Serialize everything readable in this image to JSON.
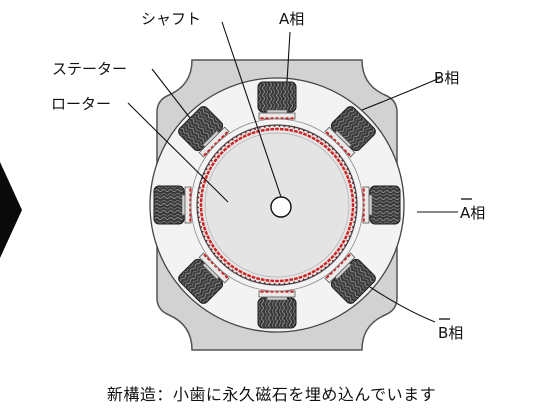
{
  "diagram": {
    "labels": {
      "shaft": "シャフト",
      "stator": "ステーター",
      "rotor": "ローター",
      "phase_a": "A相",
      "phase_b": "B相",
      "phase_a_bar": "A相",
      "phase_b_bar": "B相"
    },
    "caption": "新構造：小歯に永久磁石を埋め込んでいます",
    "colors": {
      "housing": "#d2d2d2",
      "stator_ring": "#f3f3f3",
      "coil": "#3c3c3c",
      "rotor": "#e4e4e4",
      "magnet": "#cf1f1f",
      "arrow": "#0a0a0a"
    }
  }
}
